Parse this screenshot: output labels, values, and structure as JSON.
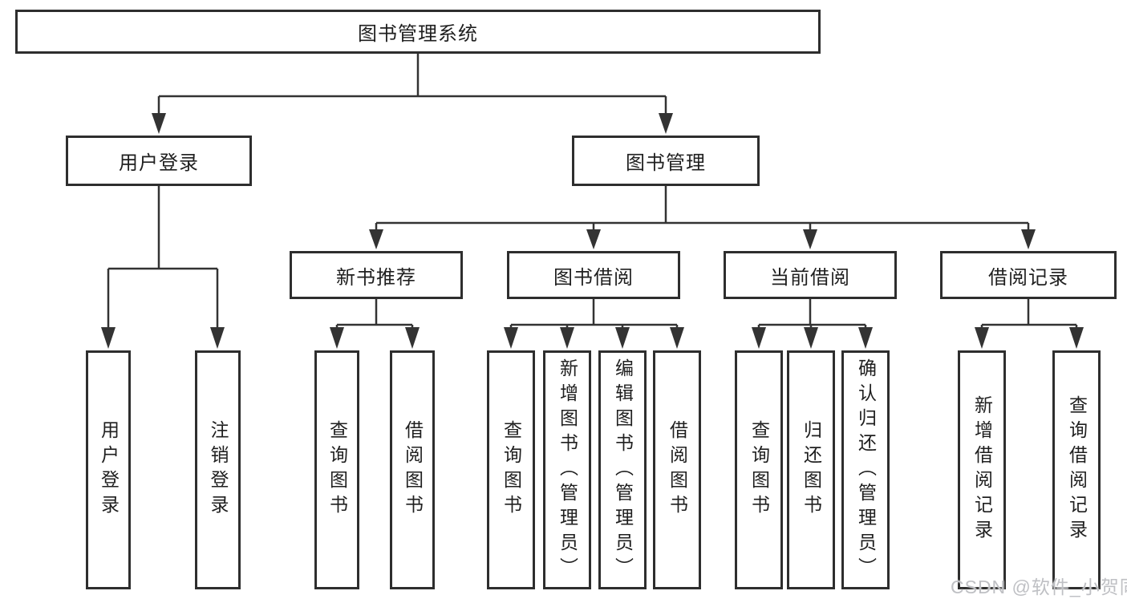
{
  "diagram": {
    "root": "图书管理系统",
    "level2": {
      "user_login": "用户登录",
      "book_management": "图书管理"
    },
    "level3": {
      "new_books": "新书推荐",
      "book_borrow": "图书借阅",
      "current_borrow": "当前借阅",
      "borrow_records": "借阅记录"
    },
    "leaves": {
      "user_login": [
        "用户登录",
        "注销登录"
      ],
      "new_books": [
        "查询图书",
        "借阅图书"
      ],
      "book_borrow": [
        "查询图书",
        "新增图书（管理员）",
        "编辑图书（管理员）",
        "借阅图书"
      ],
      "current_borrow": [
        "查询图书",
        "归还图书",
        "确认归还（管理员）"
      ],
      "borrow_records": [
        "新增借阅记录",
        "查询借阅记录"
      ]
    }
  },
  "watermark": "CSDN @软件_小贺同学",
  "colors": {
    "background": "#ffffff",
    "box_border": "#2e2e2e",
    "line": "#333333",
    "text": "#1f1f1f",
    "watermark": "#bfc0c4"
  }
}
